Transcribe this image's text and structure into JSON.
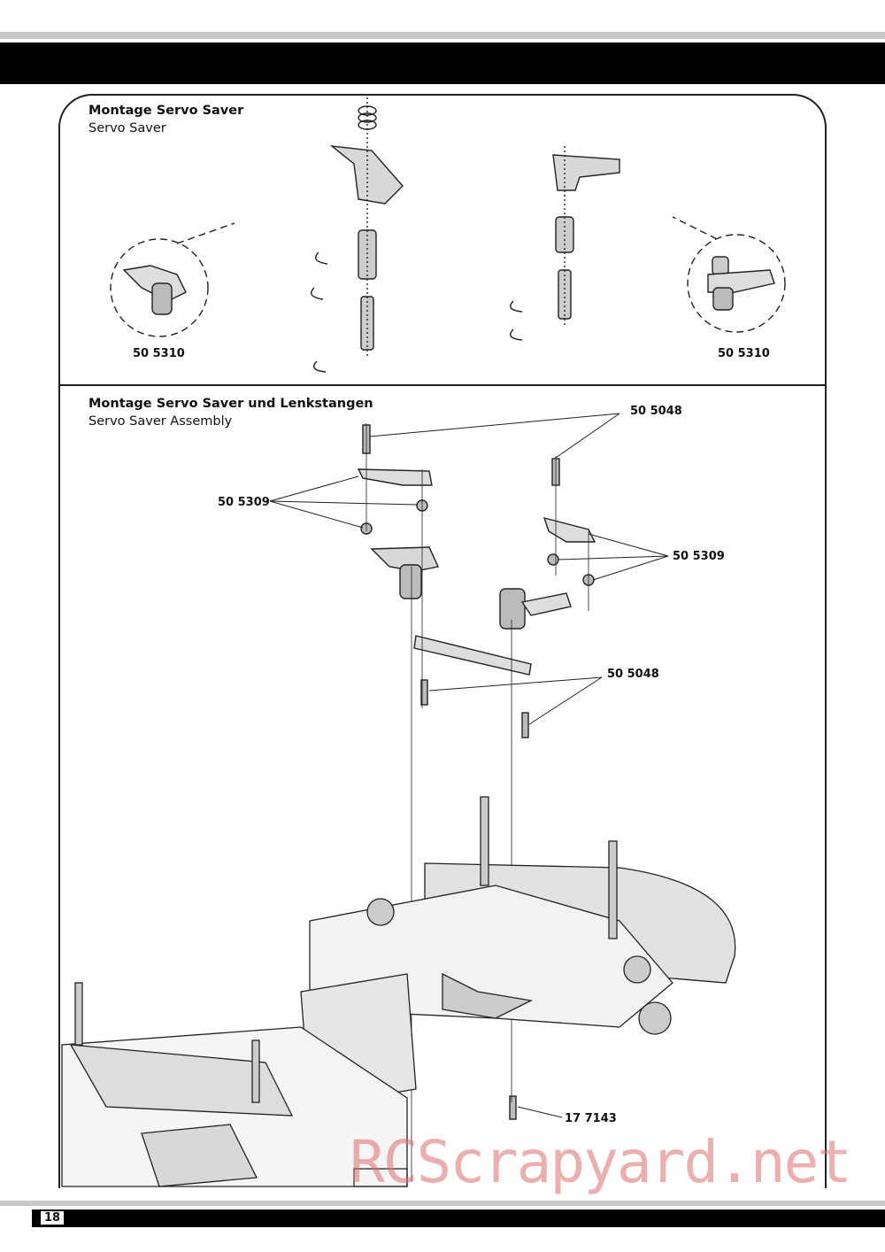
{
  "section1": {
    "title": "Montage Servo Saver",
    "subtitle": "Servo Saver"
  },
  "section2": {
    "title": "Montage Servo Saver und Lenkstangen",
    "subtitle": "Servo Saver Assembly"
  },
  "parts": {
    "p1_left": "50 5310",
    "p1_right": "50 5310",
    "p2_screw_top": "50 5048",
    "p2_ball_left": "50 5309",
    "p2_ball_right": "50 5309",
    "p2_screw_bottom": "50 5048",
    "p2_chassis_screw": "17 7143"
  },
  "footer": {
    "page_number": "18"
  },
  "watermark": "RCScrapyard.net"
}
